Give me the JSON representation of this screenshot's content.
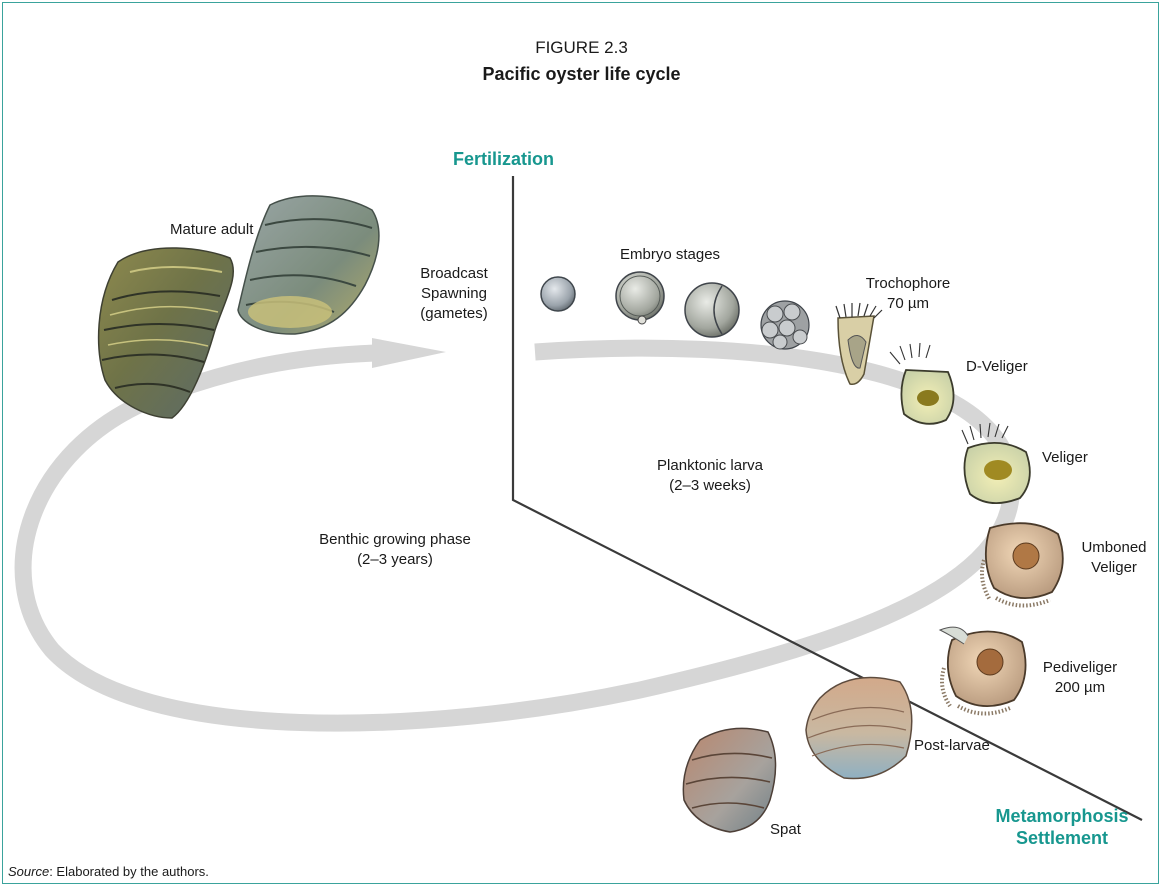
{
  "figure": {
    "number": "FIGURE 2.3",
    "title": "Pacific oyster life cycle"
  },
  "labels": {
    "fertilization": "Fertilization",
    "metamorphosis": "Metamorphosis",
    "settlement": "Settlement",
    "mature_adult": "Mature adult",
    "broadcast_1": "Broadcast",
    "broadcast_2": "Spawning",
    "broadcast_3": "(gametes)",
    "embryo_stages": "Embryo stages",
    "trochophore": "Trochophore",
    "trochophore_size": "70 µm",
    "d_veliger": "D-Veliger",
    "veliger": "Veliger",
    "umboned_1": "Umboned",
    "umboned_2": "Veliger",
    "pediveliger": "Pediveliger",
    "pediveliger_size": "200 µm",
    "post_larvae": "Post-larvae",
    "spat": "Spat",
    "planktonic_1": "Planktonic larva",
    "planktonic_2": "(2–3 weeks)",
    "benthic_1": "Benthic growing phase",
    "benthic_2": "(2–3 years)"
  },
  "source": {
    "label": "Source",
    "text": ": Elaborated by the authors."
  },
  "colors": {
    "frame": "#3aa39c",
    "teal_text": "#17978f",
    "cycle_arrow": "#d6d6d6",
    "divider_line": "#3a3a3a"
  }
}
